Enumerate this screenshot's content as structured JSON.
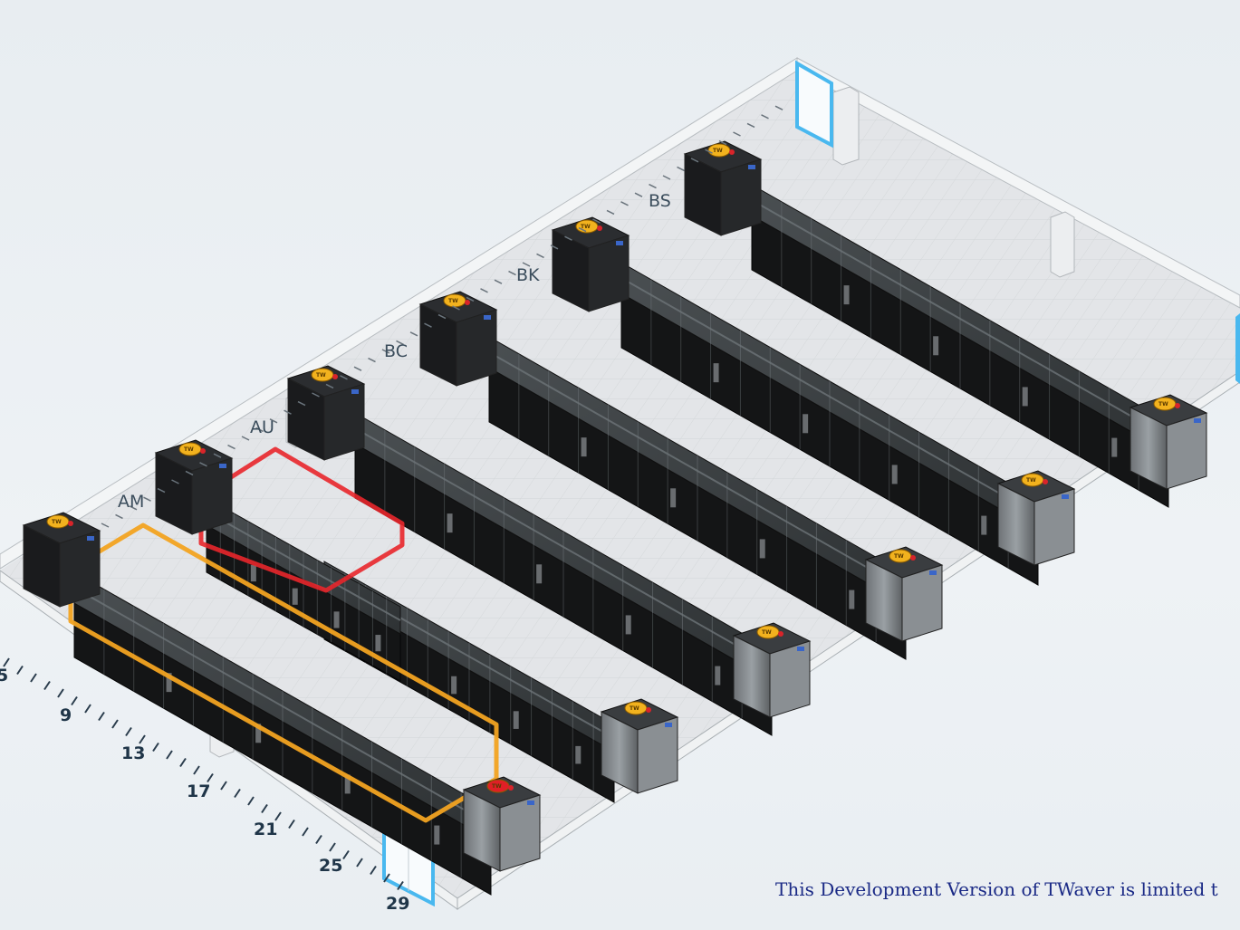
{
  "scene": {
    "row_labels": [
      "AM",
      "AU",
      "BC",
      "BK",
      "BS"
    ],
    "axis_numbers": [
      "5",
      "9",
      "13",
      "17",
      "21",
      "25",
      "29"
    ],
    "unit_badge_text": "TW"
  },
  "watermark": {
    "text": "This Development Version of TWaver is limited t"
  },
  "colors": {
    "floor": "#e4e6e8",
    "rack_top": "#2a2c2e",
    "rack_side": "#141516",
    "selection_orange": "#f2a321",
    "selection_red": "#e8262b",
    "door_glow": "#49b8ef",
    "watermark": "#1b2a86"
  }
}
